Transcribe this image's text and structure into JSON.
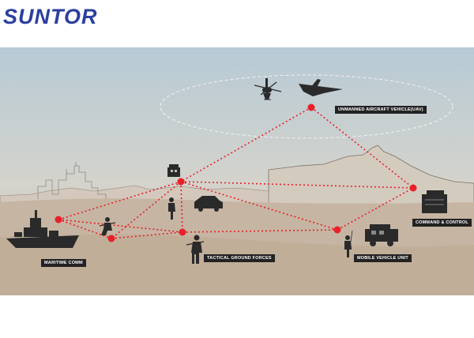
{
  "brand": {
    "logo_text": "SUNTOR"
  },
  "diagram": {
    "labels": {
      "uav": "UNMANNED AIRCRAFT VEHICLE(UAV)",
      "command": "COMMAND & CONTROL",
      "maritime": "MARITIME COMM",
      "tactical": "TACTICAL GROUND FORCES",
      "mobile": "MOBILE VEHICLE UNIT"
    },
    "colors": {
      "link": "#e8202a",
      "node": "#e8202a",
      "sky_top": "#b8cbd6",
      "sky_bottom": "#d9d2c4",
      "ground": "#c8b8a6",
      "silhouette": "#2a2a2a",
      "label_bg": "#222222"
    },
    "icons": [
      "helicopter-icon",
      "uav-icon",
      "ship-icon",
      "soldier-icon",
      "vehicle-icon",
      "building-icon",
      "antenna-icon"
    ]
  }
}
